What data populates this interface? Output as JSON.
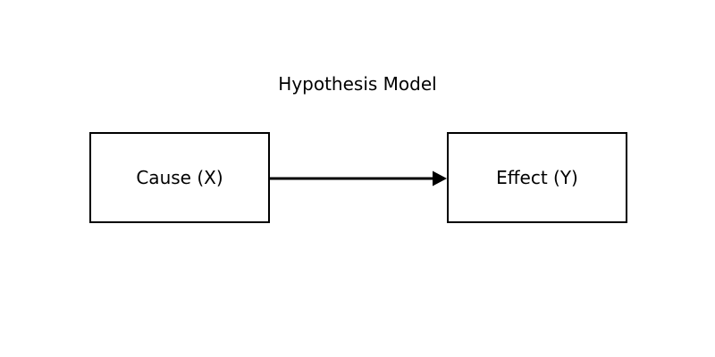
{
  "diagram": {
    "title": "Hypothesis Model",
    "type": "causal-path-diagram",
    "background_color": "#ffffff",
    "stroke_color": "#000000",
    "text_color": "#000000",
    "nodes": [
      {
        "id": "cause",
        "label": "Cause (X)",
        "shape": "rectangle",
        "fill": "#ffffff",
        "border_color": "#000000"
      },
      {
        "id": "effect",
        "label": "Effect (Y)",
        "shape": "rectangle",
        "fill": "#ffffff",
        "border_color": "#000000"
      }
    ],
    "edges": [
      {
        "id": "cause-to-effect",
        "from": "cause",
        "to": "effect",
        "label": "",
        "style": "solid",
        "arrowhead": "filled-triangle",
        "color": "#000000"
      }
    ]
  }
}
